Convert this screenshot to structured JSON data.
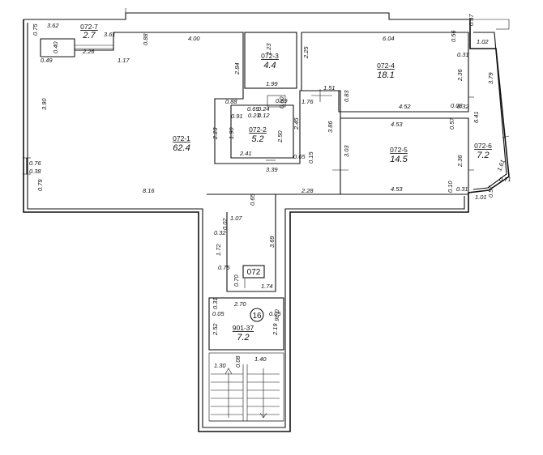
{
  "plan_label": "072",
  "stair_label": "16",
  "rooms": [
    {
      "id": "072-1",
      "area": "62.4"
    },
    {
      "id": "072-2",
      "area": "5.2"
    },
    {
      "id": "072-3",
      "area": "4.4"
    },
    {
      "id": "072-4",
      "area": "18.1"
    },
    {
      "id": "072-5",
      "area": "14.5"
    },
    {
      "id": "072-6",
      "area": "7.2"
    },
    {
      "id": "072-7",
      "area": "2.7"
    },
    {
      "id": "901-37",
      "area": "7.2"
    }
  ],
  "dimensions": [
    "3.62",
    "0.75",
    "3.61",
    "2.26",
    "0.40",
    "0.49",
    "1.17",
    "0.88",
    "4.00",
    "2.84",
    "3.90",
    "0.76",
    "0.38",
    "0.79",
    "8.16",
    "2.23",
    "1.99",
    "2.25",
    "6.04",
    "0.56",
    "0.31",
    "1.02",
    "0.47",
    "3.79",
    "2.36",
    "1.51",
    "1.76",
    "0.83",
    "0.88",
    "0.69",
    "0.24",
    "0.69",
    "0.60",
    "0.91",
    "0.23",
    "0.12",
    "1.90",
    "2.50",
    "2.45",
    "3.86",
    "2.23",
    "2.41",
    "3.39",
    "0.65",
    "0.15",
    "4.52",
    "0.08",
    "0.32",
    "6.41",
    "4.53",
    "0.57",
    "3.03",
    "2.36",
    "1.61",
    "0.71",
    "0.10",
    "0.31",
    "4.53",
    "1.01",
    "0.57",
    "2.28",
    "0.65",
    "1.07",
    "0.02",
    "0.32",
    "1.72",
    "3.69",
    "0.75",
    "0.70",
    "1.74",
    "2.70",
    "0.31",
    "0.05",
    "0.36",
    "0.05",
    "2.52",
    "2.19",
    "1.30",
    "0.08",
    "1.40"
  ]
}
